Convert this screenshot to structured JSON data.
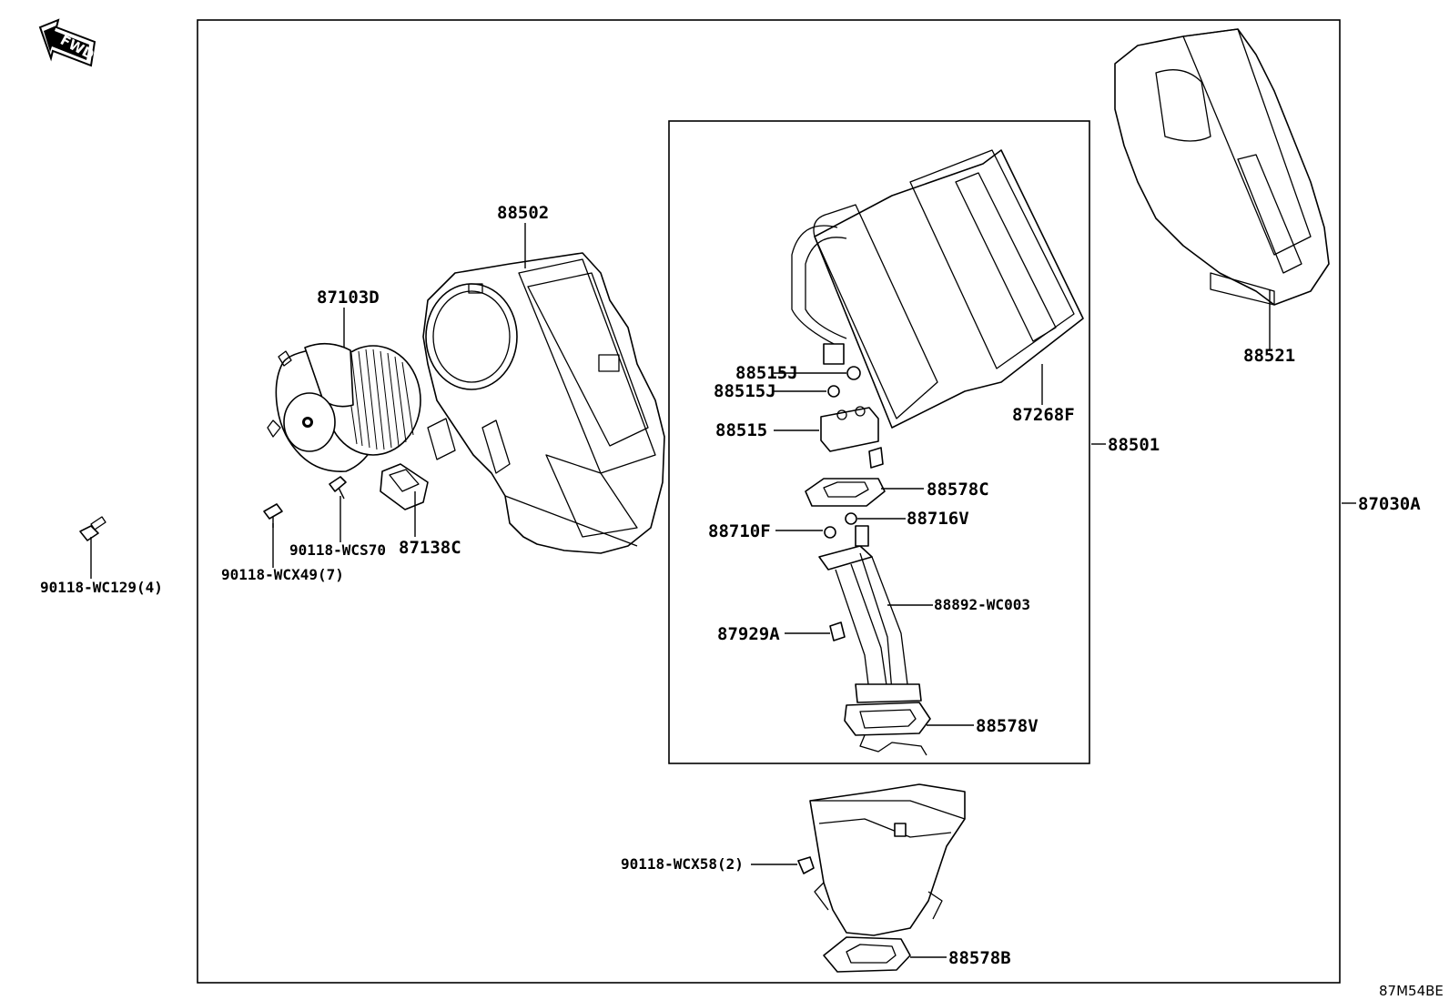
{
  "fwd_label": "FWD",
  "diagram_code": "87M54BE",
  "parts": {
    "p87030A": "87030A",
    "p88501": "88501",
    "p88502": "88502",
    "p87103D": "87103D",
    "p87138C": "87138C",
    "p90118_WCS70": "90118-WCS70",
    "p90118_WCX49": "90118-WCX49(7)",
    "p90118_WC129": "90118-WC129(4)",
    "p88521": "88521",
    "p87268F": "87268F",
    "p88515J_a": "88515J",
    "p88515J_b": "88515J",
    "p88515": "88515",
    "p88578C": "88578C",
    "p88716V": "88716V",
    "p88710F": "88710F",
    "p88892_WC003": "88892-WC003",
    "p87929A": "87929A",
    "p88578V": "88578V",
    "p90118_WCX58": "90118-WCX58(2)",
    "p88578B": "88578B"
  }
}
